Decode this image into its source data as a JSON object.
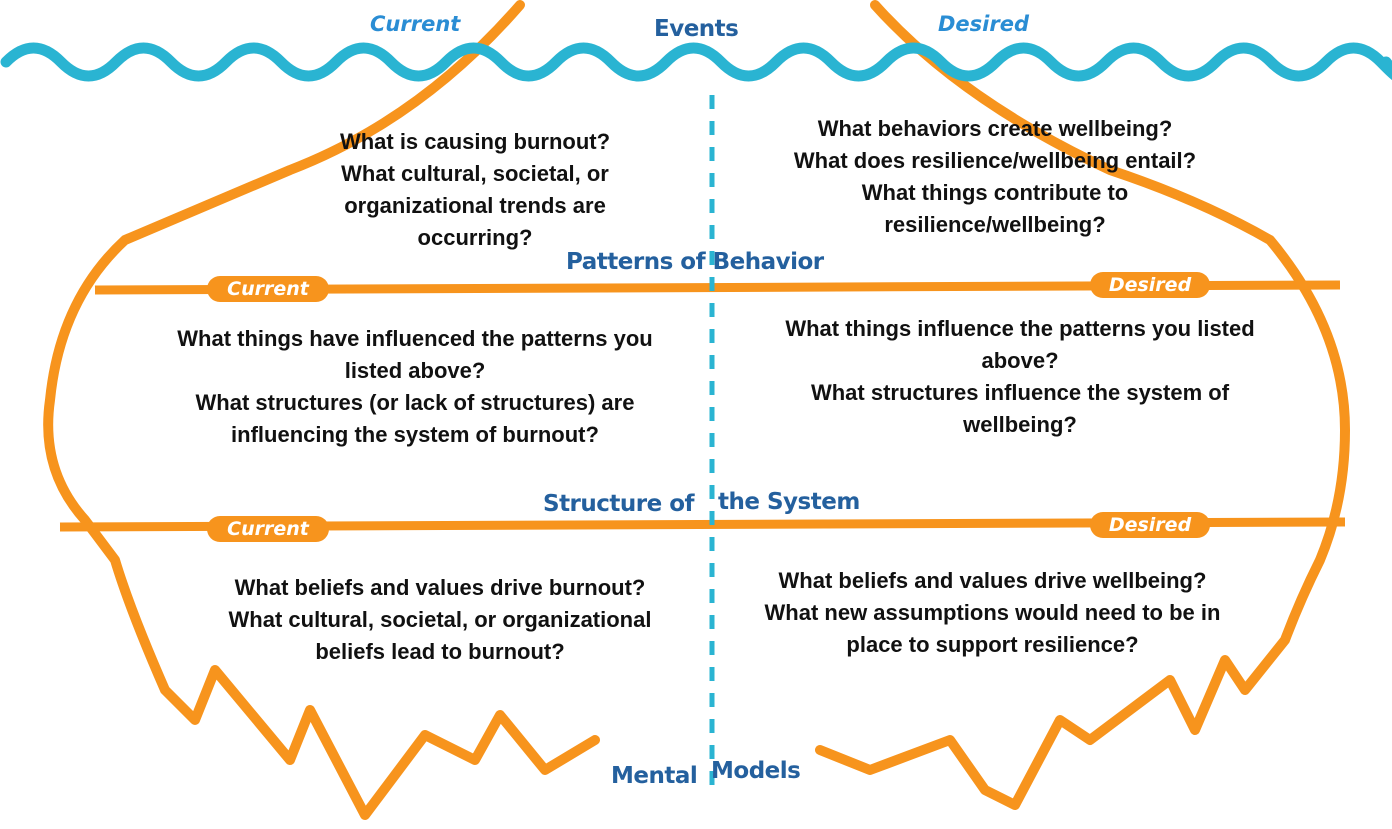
{
  "colors": {
    "orange": "#f7941d",
    "wave": "#2ab4d2",
    "title_blue": "#24609e",
    "label_blue": "#2a8dd4"
  },
  "top": {
    "current": "Current",
    "events": "Events",
    "desired": "Desired"
  },
  "layers": {
    "patterns": "Patterns of Behavior",
    "structure_left": "Structure of",
    "structure_right": "the System",
    "mental_left": "Mental",
    "mental_right": "Models"
  },
  "pills": {
    "r1_left": "Current",
    "r1_right": "Desired",
    "r2_left": "Current",
    "r2_right": "Desired"
  },
  "questions": {
    "events_current": [
      "What is causing burnout?",
      "What cultural, societal, or",
      "organizational trends are",
      "occurring?"
    ],
    "events_desired": [
      "What behaviors create wellbeing?",
      "What does resilience/wellbeing entail?",
      "What things contribute to",
      "resilience/wellbeing?"
    ],
    "patterns_current": [
      "What things have influenced the patterns you",
      "listed above?",
      "What structures (or lack of structures) are",
      "influencing the system of burnout?"
    ],
    "patterns_desired": [
      "What things influence the patterns you listed",
      "above?",
      "What structures influence the system of",
      "wellbeing?"
    ],
    "structure_current": [
      "What beliefs and values drive burnout?",
      "What cultural, societal, or organizational",
      "beliefs lead to burnout?"
    ],
    "structure_desired": [
      "What beliefs and values drive wellbeing?",
      "What new assumptions would need to be in",
      "place to support resilience?"
    ]
  }
}
